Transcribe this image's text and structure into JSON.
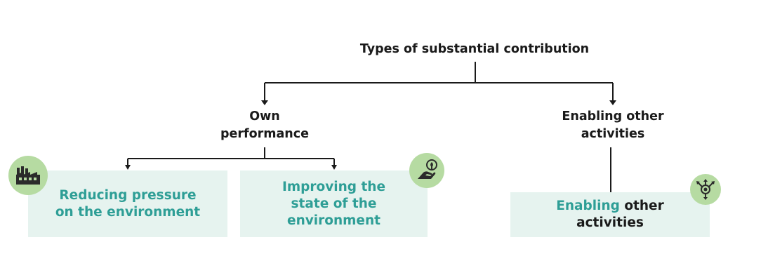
{
  "root": {
    "title": "Types of substantial contribution"
  },
  "branches": {
    "own": {
      "line1": "Own",
      "line2": "performance"
    },
    "enabling": {
      "line1": "Enabling other",
      "line2": "activities"
    }
  },
  "boxes": {
    "reducing": {
      "line1": "Reducing pressure",
      "line2": "on the environment",
      "icon": "factory-icon"
    },
    "improving": {
      "line1": "Improving the",
      "line2": "state of the",
      "line3": "environment",
      "icon": "hand-plant-icon"
    },
    "enabling": {
      "highlight": "Enabling",
      "rest": " other",
      "line2": "activities",
      "icon": "arrows-target-icon"
    }
  },
  "colors": {
    "accent_text": "#2e9e96",
    "box_fill": "#e6f3ef",
    "icon_fill": "#b6dba2",
    "line": "#1a1a1a"
  }
}
